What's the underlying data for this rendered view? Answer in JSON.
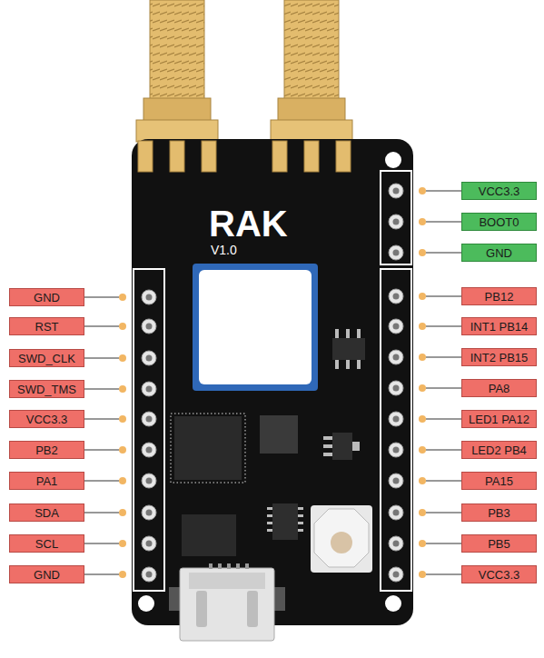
{
  "diagram": {
    "nodes": [
      {
        "text": [
          "GND"
        ]
      },
      {
        "text": [
          "RST"
        ]
      },
      {
        "text": [
          "SWD_CLK"
        ]
      },
      {
        "text": [
          "SWD_TMS"
        ]
      },
      {
        "text": [
          "VCC3.3"
        ]
      },
      {
        "text": [
          "PB2"
        ]
      },
      {
        "text": [
          "PA1"
        ]
      },
      {
        "text": [
          "SDA"
        ]
      },
      {
        "text": [
          "SCL"
        ]
      },
      {
        "text": [
          "GND"
        ]
      },
      {
        "text": [
          "VCC3.3"
        ]
      },
      {
        "text": [
          "BOOT0"
        ]
      },
      {
        "text": [
          "GND"
        ]
      },
      {
        "text": [
          "PB12"
        ]
      },
      {
        "text": [
          "INT1 PB14"
        ]
      },
      {
        "text": [
          "INT2 PB15"
        ]
      },
      {
        "text": [
          "PA8"
        ]
      },
      {
        "text": [
          "LED1 PA12"
        ]
      },
      {
        "text": [
          "LED2 PB4"
        ]
      },
      {
        "text": [
          "PA15"
        ]
      },
      {
        "text": [
          "PB3"
        ]
      },
      {
        "text": [
          "PB5"
        ]
      },
      {
        "text": [
          "VCC3.3"
        ]
      }
    ],
    "labels": [
      "RAK",
      "V1.0"
    ]
  }
}
